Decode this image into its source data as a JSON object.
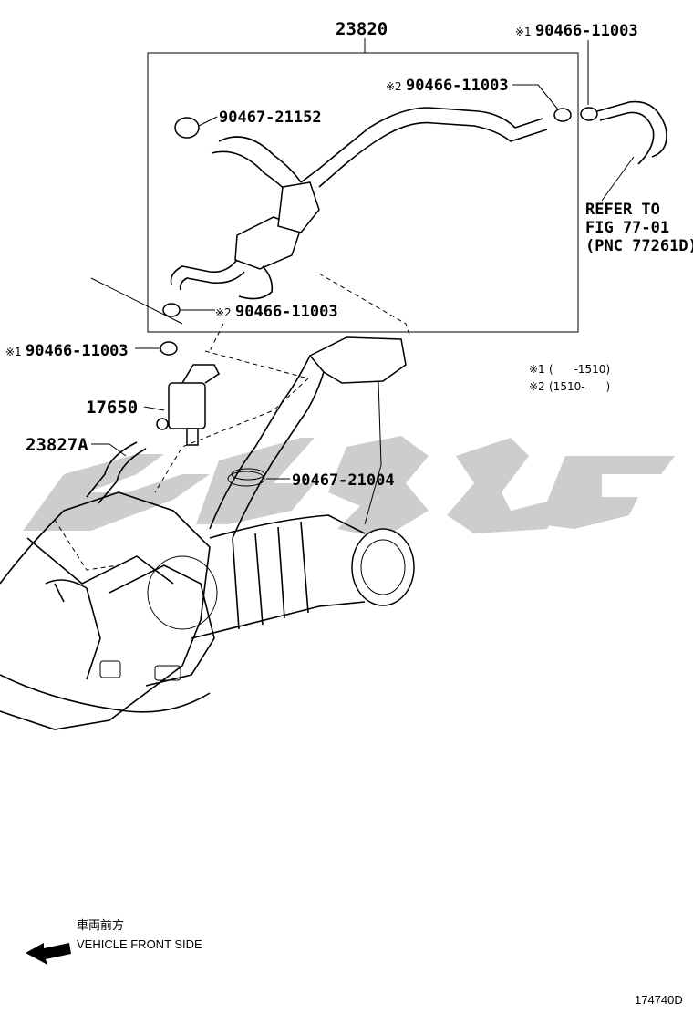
{
  "diagram": {
    "main_assembly_number": "23820",
    "callouts": [
      {
        "id": "clip-top-right",
        "prefix": "※1",
        "part": "90466-11003"
      },
      {
        "id": "clip-box-top",
        "prefix": "※2",
        "part": "90466-11003"
      },
      {
        "id": "clamp-90467-21152",
        "prefix": "",
        "part": "90467-21152"
      },
      {
        "id": "clip-box-bottom",
        "prefix": "※2",
        "part": "90466-11003"
      },
      {
        "id": "clip-left",
        "prefix": "※1",
        "part": "90466-11003"
      },
      {
        "id": "vsv-17650",
        "prefix": "",
        "part": "17650"
      },
      {
        "id": "hose-23827a",
        "prefix": "",
        "part": "23827A"
      },
      {
        "id": "clamp-90467-21004",
        "prefix": "",
        "part": "90467-21004"
      }
    ],
    "refer_note": [
      "REFER TO",
      "FIG 77-01",
      "(PNC 77261D)"
    ],
    "legend": [
      {
        "mark": "※1",
        "range": "(      -1510)"
      },
      {
        "mark": "※2",
        "range": "(1510-      )"
      }
    ],
    "direction": {
      "japanese": "車両前方",
      "english": "VEHICLE FRONT SIDE"
    },
    "figure_id": "174740D",
    "watermark_text": "",
    "colors": {
      "ink": "#000000",
      "watermark": "#c8c8c8",
      "background": "#ffffff"
    }
  }
}
